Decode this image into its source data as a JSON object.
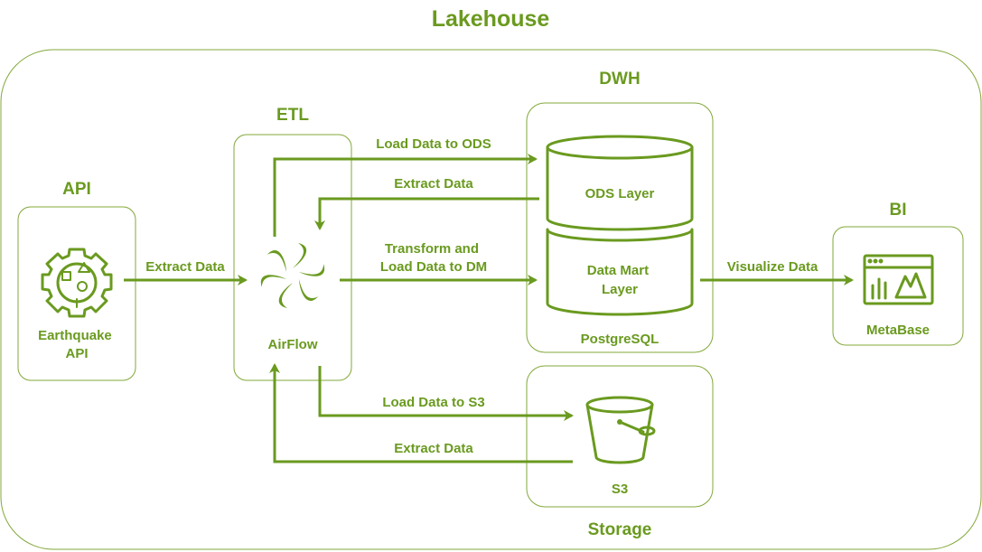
{
  "title": "Lakehouse",
  "groups": {
    "api": "API",
    "etl": "ETL",
    "dwh": "DWH",
    "bi": "BI",
    "storage": "Storage"
  },
  "nodes": {
    "earthquake_api": [
      "Earthquake",
      "API"
    ],
    "airflow": "AirFlow",
    "ods_layer": "ODS Layer",
    "data_mart_layer": [
      "Data Mart",
      "Layer"
    ],
    "postgresql": "PostgreSQL",
    "metabase": "MetaBase",
    "s3": "S3"
  },
  "edges": {
    "api_to_airflow": "Extract Data",
    "airflow_to_ods": "Load Data to ODS",
    "ods_to_airflow": "Extract Data",
    "airflow_to_dm": [
      "Transform and",
      "Load Data to DM"
    ],
    "dm_to_metabase": "Visualize Data",
    "airflow_to_s3": "Load Data to S3",
    "s3_to_airflow": "Extract Data"
  },
  "colors": {
    "accent": "#6a9a1f",
    "border": "#82a83a"
  },
  "icons": {
    "api": "gear-shapes-icon",
    "airflow": "airflow-pinwheel-icon",
    "database": "cylinder-database-icon",
    "bucket": "s3-bucket-icon",
    "dashboard": "dashboard-chart-icon"
  }
}
